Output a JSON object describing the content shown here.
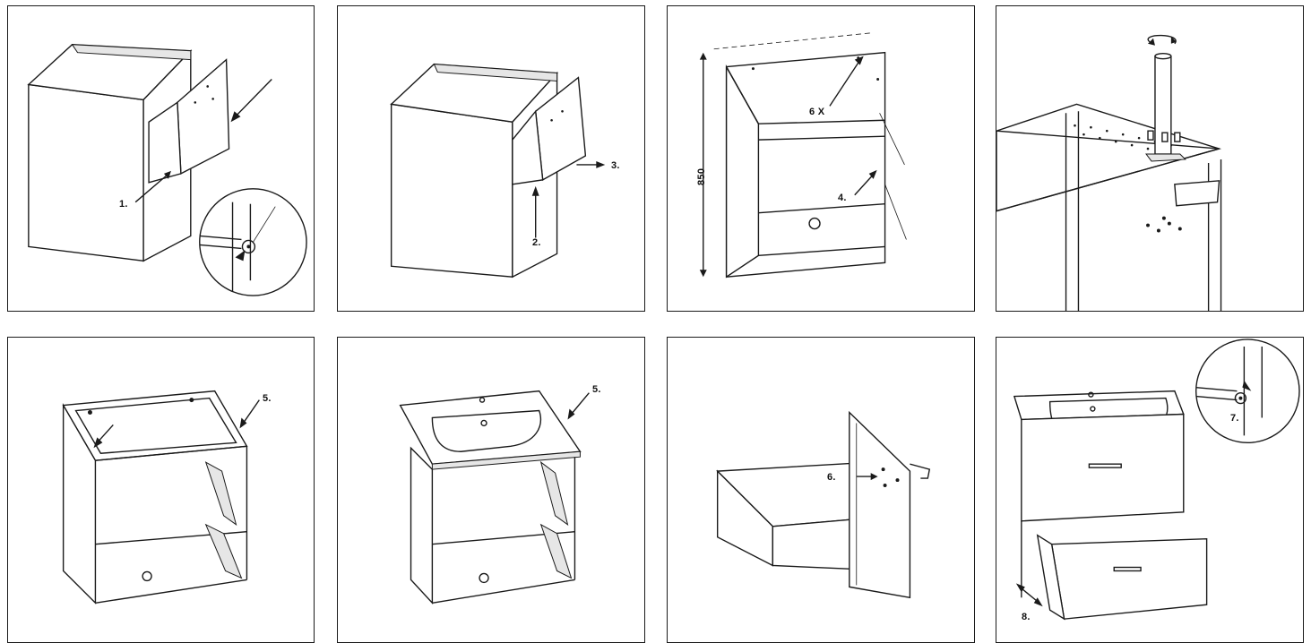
{
  "steps": [
    {
      "panel": 1,
      "label": "1."
    },
    {
      "panel": 2,
      "label_a": "2.",
      "label_b": "3."
    },
    {
      "panel": 3,
      "dimension": "850",
      "label_a": "6 X",
      "label_b": "4."
    },
    {
      "panel": 4
    },
    {
      "panel": 5,
      "label": "5."
    },
    {
      "panel": 6,
      "label": "5."
    },
    {
      "panel": 7,
      "label": "6."
    },
    {
      "panel": 8,
      "label_a": "7.",
      "label_b": "8."
    }
  ],
  "colors": {
    "line": "#1a1a1a",
    "panel_border": "#1a1a1a",
    "background": "#ffffff"
  }
}
